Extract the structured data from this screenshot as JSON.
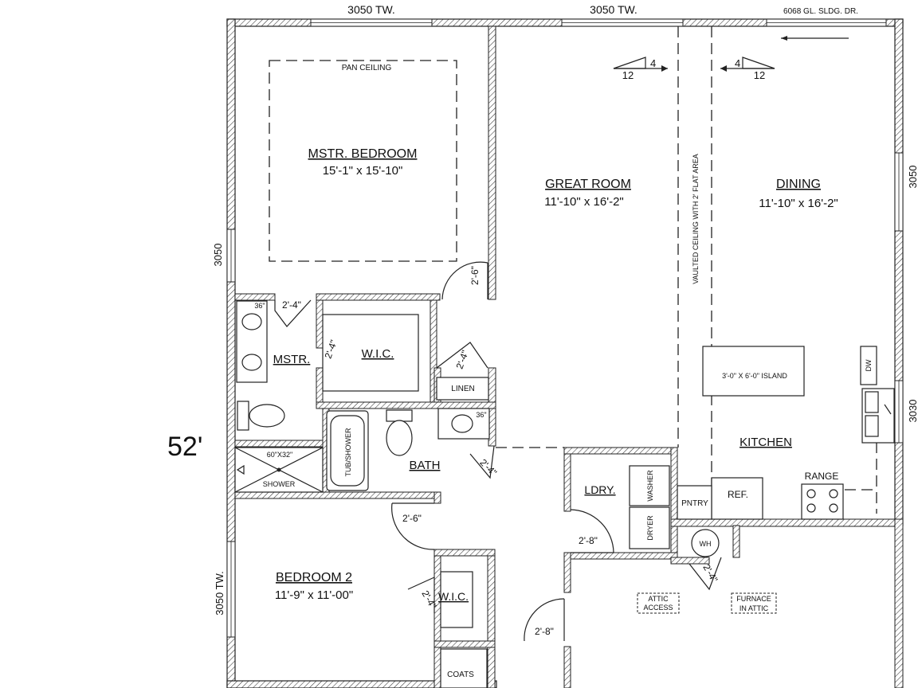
{
  "plan": {
    "dimension_left": "52'",
    "windows": {
      "top_left": "3050 TW.",
      "top_center": "3050 TW.",
      "top_right": "6068 GL. SLDG. DR.",
      "right_upper": "3050",
      "right_lower": "3030",
      "left_upper": "3050",
      "left_lower": "3050 TW."
    },
    "ceiling_notes": {
      "pan": "PAN CEILING",
      "vaulted": "VAULTED CEILING WITH 2' FLAT AREA"
    },
    "pitch": {
      "rise": "4",
      "run": "12"
    },
    "rooms": {
      "master_bedroom": {
        "name": "MSTR. BEDROOM",
        "size": "15'-1\" x 15'-10\""
      },
      "great_room": {
        "name": "GREAT ROOM",
        "size": "11'-10\" x 16'-2\""
      },
      "dining": {
        "name": "DINING",
        "size": "11'-10\" x 16'-2\""
      },
      "master_bath": {
        "name": "MSTR."
      },
      "wic_master": {
        "name": "W.I.C."
      },
      "linen": {
        "name": "LINEN"
      },
      "bath": {
        "name": "BATH"
      },
      "kitchen": {
        "name": "KITCHEN"
      },
      "laundry": {
        "name": "LDRY."
      },
      "pantry": {
        "name": "PNTRY"
      },
      "bedroom2": {
        "name": "BEDROOM 2",
        "size": "11'-9\" x 11'-00\""
      },
      "wic_bed2": {
        "name": "W.I.C."
      },
      "coats": {
        "name": "COATS"
      }
    },
    "fixtures": {
      "island": "3'-0\" X 6'-0\" ISLAND",
      "ref": "REF.",
      "range": "RANGE",
      "dw": "DW",
      "washer": "WASHER",
      "dryer": "DRYER",
      "wh": "WH",
      "shower_size": "60\"X32\"",
      "shower": "SHOWER",
      "tub": "TUB/SHOWER",
      "vanity_master": "36\"",
      "vanity_bath": "36\"",
      "attic_access": [
        "ATTIC",
        "ACCESS"
      ],
      "furnace": [
        "FURNACE",
        "IN ATTIC"
      ]
    },
    "doors": {
      "mstr_bedroom": "2'-6\"",
      "mstr_bath": "2'-4\"",
      "wic_master": "2'-4\"",
      "linen": "2'-4\"",
      "bath": "2'-4\"",
      "bedroom2": "2'-6\"",
      "laundry": "2'-8\"",
      "wh_closet": "2'-4\"",
      "wic_bed2": "2'-4\"",
      "garage": "2'-8\""
    }
  }
}
